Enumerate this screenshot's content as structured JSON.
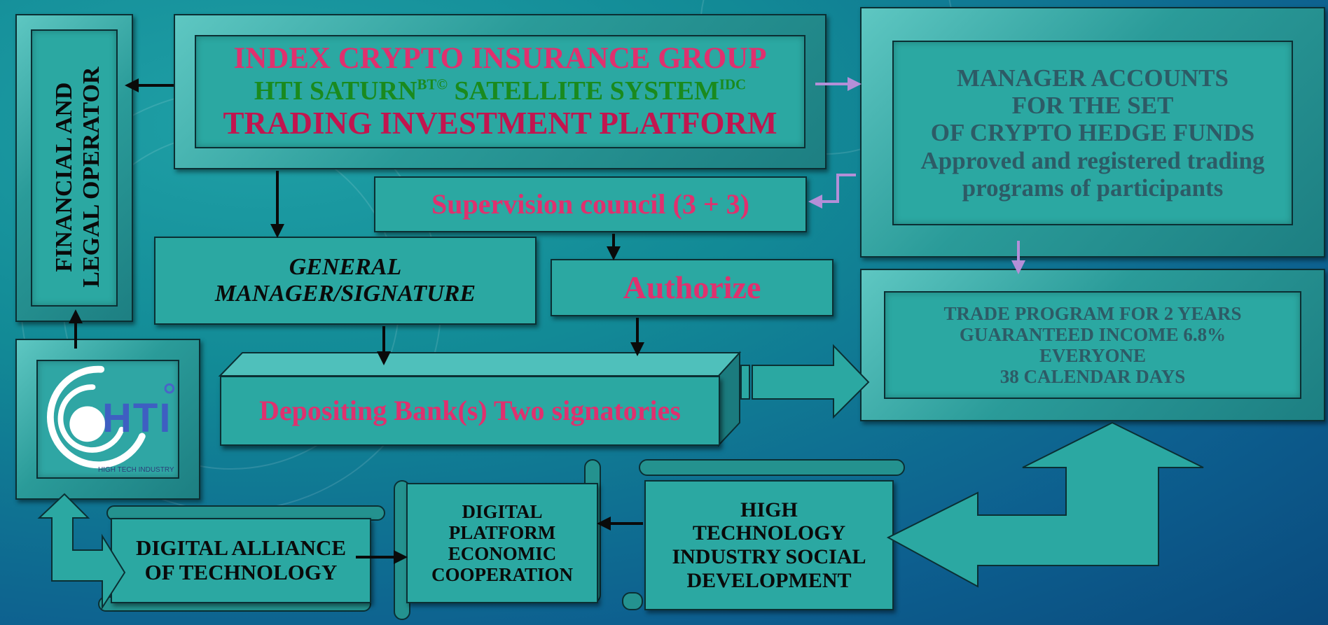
{
  "header": {
    "line1": "INDEX CRYPTO INSURANCE GROUP",
    "line2_a": "HTI SATURN",
    "line2_sup_a": "BT©",
    "line2_b": " SATELLITE SYSTEM",
    "line2_sup_b": "IDC",
    "line3": "TRADING INVESTMENT PLATFORM"
  },
  "operator": {
    "line1": "FINANCIAL AND",
    "line2": "LEGAL OPERATOR"
  },
  "logo": {
    "text": "HTI",
    "subtext": "HIGH TECH INDUSTRY"
  },
  "manager_accounts": {
    "line1": "MANAGER ACCOUNTS",
    "line2": "FOR THE SET",
    "line3": "OF CRYPTO HEDGE FUNDS",
    "line4": "Approved and registered trading",
    "line5": "programs of participants"
  },
  "supervision": {
    "label": "Supervision council (3 + 3)"
  },
  "general_manager": {
    "line1": "GENERAL",
    "line2": "MANAGER/SIGNATURE"
  },
  "authorize": {
    "label": "Authorize"
  },
  "depositing": {
    "label": "Depositing Bank(s) Two signatories"
  },
  "trade_program": {
    "line1": "TRADE PROGRAM FOR 2 YEARS",
    "line2": "GUARANTEED INCOME 6.8%",
    "line3": "EVERYONE",
    "line4": "38 CALENDAR DAYS"
  },
  "digital_alliance": {
    "line1": "DIGITAL ALLIANCE",
    "line2": "OF TECHNOLOGY"
  },
  "digital_platform": {
    "line1": "DIGITAL",
    "line2": "PLATFORM",
    "line3": "ECONOMIC",
    "line4": "COOPERATION"
  },
  "high_tech": {
    "line1": "HIGH",
    "line2": "TECHNOLOGY",
    "line3": "INDUSTRY SOCIAL",
    "line4": "DEVELOPMENT"
  },
  "colors": {
    "pink": "#e0306e",
    "green": "#1a8a1e",
    "slate": "#2d5b66",
    "teal_fill": "#2ba8a2",
    "arrow_lavender": "#b48fd8"
  }
}
